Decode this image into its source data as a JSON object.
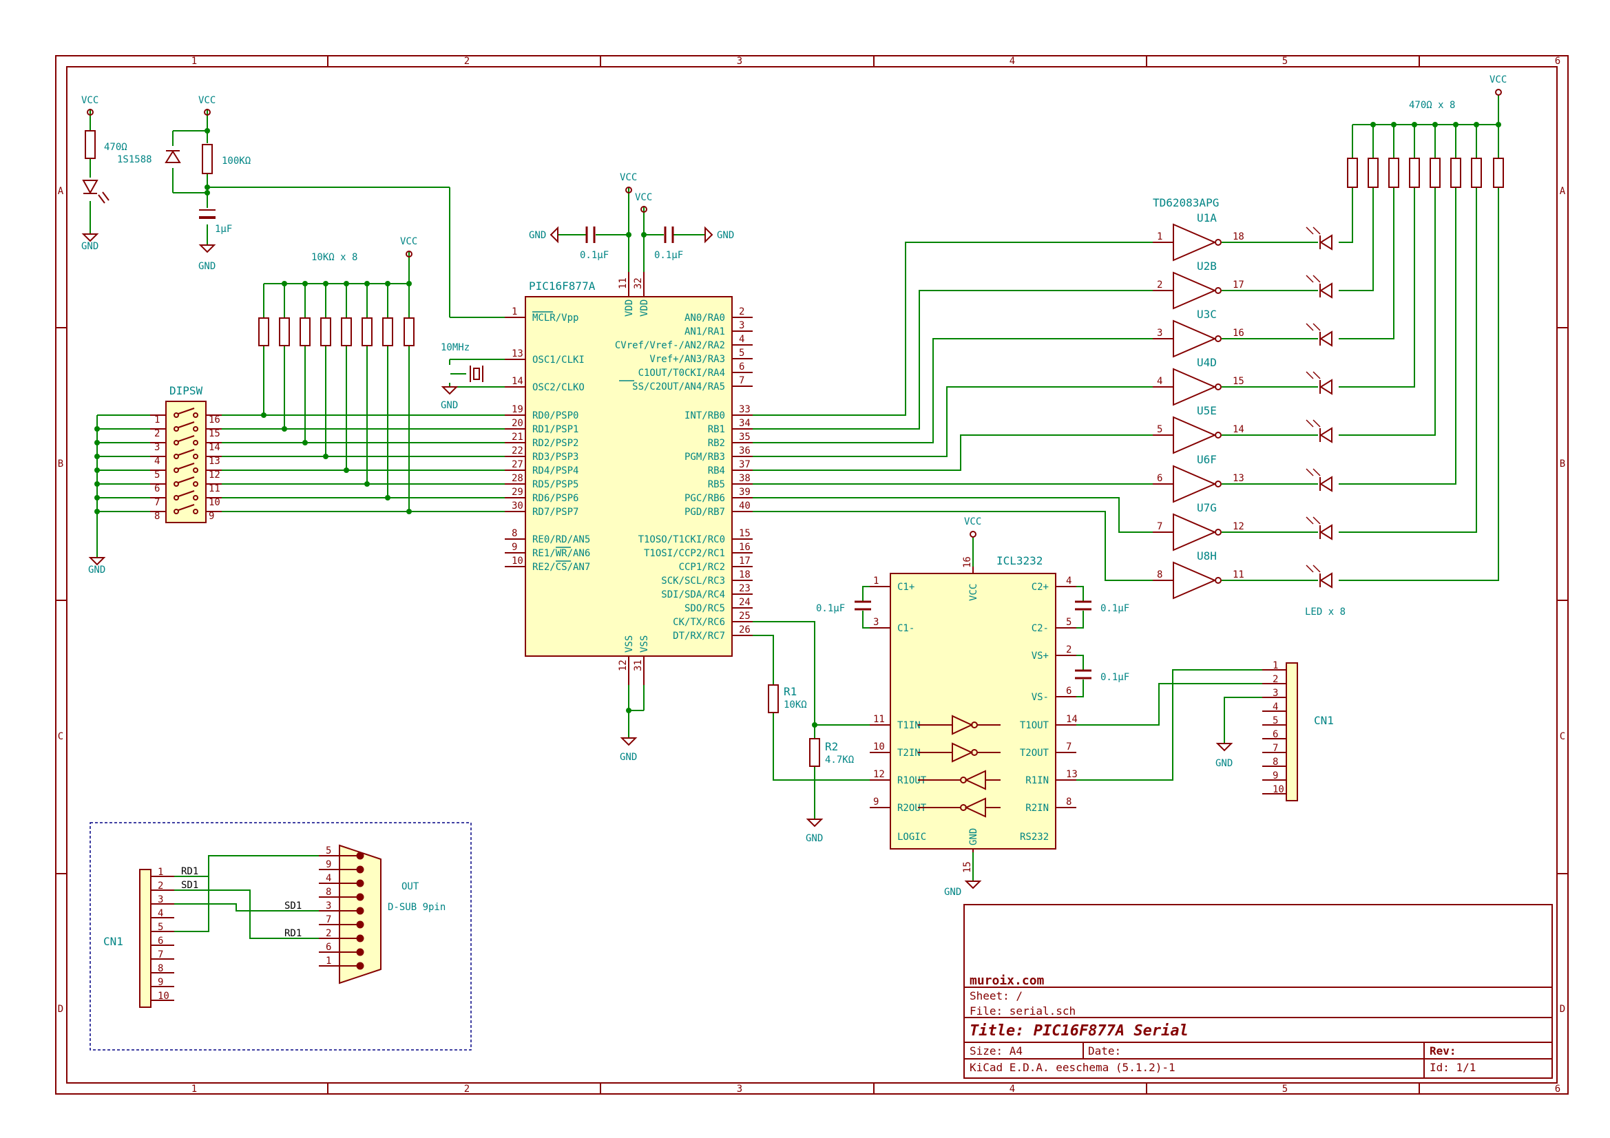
{
  "border": {
    "cols": [
      "1",
      "2",
      "3",
      "4",
      "5",
      "6"
    ],
    "rows": [
      "A",
      "B",
      "C",
      "D"
    ]
  },
  "title_block": {
    "company": "muroix.com",
    "sheet": "Sheet: /",
    "file": "File: serial.sch",
    "title": "Title: PIC16F877A Serial",
    "size": "Size: A4",
    "date": "Date:",
    "rev": "Rev:",
    "tool": "KiCad E.D.A.  eeschema (5.1.2)-1",
    "id": "Id: 1/1"
  },
  "power": {
    "vcc": "VCC",
    "gnd": "GND"
  },
  "parts": {
    "r_led": "470Ω",
    "diode": "1S1588",
    "r_reset": "100KΩ",
    "c_reset": "1μF",
    "rpack_dip": "10KΩ x 8",
    "dipsw": "DIPSW",
    "c_dec": "0.1μF",
    "crystal": "10MHz",
    "mcu": "PIC16F877A",
    "driver": "TD62083APG",
    "rpack_led": "470Ω x 8",
    "leds": "LED x 8",
    "rs232": "ICL3232",
    "r1": "R1",
    "r1_val": "10KΩ",
    "r2": "R2",
    "r2_val": "4.7KΩ",
    "c_pump": "0.1μF",
    "cn1": "CN1",
    "dsub_out": "OUT",
    "dsub": "D-SUB 9pin"
  },
  "dipsw": {
    "left_pins": [
      "1",
      "2",
      "3",
      "4",
      "5",
      "6",
      "7",
      "8"
    ],
    "right_pins": [
      "16",
      "15",
      "14",
      "13",
      "12",
      "11",
      "10",
      "9"
    ]
  },
  "mcu": {
    "top_pins": [
      {
        "name": "VDD",
        "num": "11"
      },
      {
        "name": "VDD",
        "num": "32"
      }
    ],
    "bottom_pins": [
      {
        "name": "VSS",
        "num": "12"
      },
      {
        "name": "VSS",
        "num": "31"
      }
    ],
    "left_pins": [
      {
        "name": "MCLR/Vpp",
        "num": "1"
      },
      {
        "name": "OSC1/CLKI",
        "num": "13"
      },
      {
        "name": "OSC2/CLKO",
        "num": "14"
      },
      {
        "name": "RD0/PSP0",
        "num": "19"
      },
      {
        "name": "RD1/PSP1",
        "num": "20"
      },
      {
        "name": "RD2/PSP2",
        "num": "21"
      },
      {
        "name": "RD3/PSP3",
        "num": "22"
      },
      {
        "name": "RD4/PSP4",
        "num": "27"
      },
      {
        "name": "RD5/PSP5",
        "num": "28"
      },
      {
        "name": "RD6/PSP6",
        "num": "29"
      },
      {
        "name": "RD7/PSP7",
        "num": "30"
      },
      {
        "name": "RE0/RD/AN5",
        "num": "8"
      },
      {
        "name": "RE1/WR/AN6",
        "num": "9"
      },
      {
        "name": "RE2/CS/AN7",
        "num": "10"
      }
    ],
    "right_pins": [
      {
        "name": "AN0/RA0",
        "num": "2"
      },
      {
        "name": "AN1/RA1",
        "num": "3"
      },
      {
        "name": "CVref/Vref-/AN2/RA2",
        "num": "4"
      },
      {
        "name": "Vref+/AN3/RA3",
        "num": "5"
      },
      {
        "name": "C1OUT/T0CKI/RA4",
        "num": "6"
      },
      {
        "name": "SS/C2OUT/AN4/RA5",
        "num": "7"
      },
      {
        "name": "INT/RB0",
        "num": "33"
      },
      {
        "name": "RB1",
        "num": "34"
      },
      {
        "name": "RB2",
        "num": "35"
      },
      {
        "name": "PGM/RB3",
        "num": "36"
      },
      {
        "name": "RB4",
        "num": "37"
      },
      {
        "name": "RB5",
        "num": "38"
      },
      {
        "name": "PGC/RB6",
        "num": "39"
      },
      {
        "name": "PGD/RB7",
        "num": "40"
      },
      {
        "name": "T1OSO/T1CKI/RC0",
        "num": "15"
      },
      {
        "name": "T1OSI/CCP2/RC1",
        "num": "16"
      },
      {
        "name": "CCP1/RC2",
        "num": "17"
      },
      {
        "name": "SCK/SCL/RC3",
        "num": "18"
      },
      {
        "name": "SDI/SDA/RC4",
        "num": "23"
      },
      {
        "name": "SDO/RC5",
        "num": "24"
      },
      {
        "name": "CK/TX/RC6",
        "num": "25"
      },
      {
        "name": "DT/RX/RC7",
        "num": "26"
      }
    ]
  },
  "drivers": [
    {
      "ref": "U1A",
      "in": "1",
      "out": "18"
    },
    {
      "ref": "U2B",
      "in": "2",
      "out": "17"
    },
    {
      "ref": "U3C",
      "in": "3",
      "out": "16"
    },
    {
      "ref": "U4D",
      "in": "4",
      "out": "15"
    },
    {
      "ref": "U5E",
      "in": "5",
      "out": "14"
    },
    {
      "ref": "U6F",
      "in": "6",
      "out": "13"
    },
    {
      "ref": "U7G",
      "in": "7",
      "out": "12"
    },
    {
      "ref": "U8H",
      "in": "8",
      "out": "11"
    }
  ],
  "icl": {
    "vcc_pin": {
      "name": "VCC",
      "num": "16"
    },
    "gnd_pin": {
      "name": "GND",
      "num": "15"
    },
    "left_pins": [
      {
        "name": "C1+",
        "num": "1"
      },
      {
        "name": "C1-",
        "num": "3"
      },
      {
        "name": "T1IN",
        "num": "11"
      },
      {
        "name": "T2IN",
        "num": "10"
      },
      {
        "name": "R1OUT",
        "num": "12"
      },
      {
        "name": "R2OUT",
        "num": "9"
      }
    ],
    "right_pins": [
      {
        "name": "C2+",
        "num": "4"
      },
      {
        "name": "C2-",
        "num": "5"
      },
      {
        "name": "VS+",
        "num": "2"
      },
      {
        "name": "VS-",
        "num": "6"
      },
      {
        "name": "T1OUT",
        "num": "14"
      },
      {
        "name": "T2OUT",
        "num": "7"
      },
      {
        "name": "R1IN",
        "num": "13"
      },
      {
        "name": "R2IN",
        "num": "8"
      }
    ],
    "logic": "LOGIC",
    "rs232": "RS232"
  },
  "cn1_pins": [
    "1",
    "2",
    "3",
    "4",
    "5",
    "6",
    "7",
    "8",
    "9",
    "10"
  ],
  "dsub_pins": [
    "5",
    "9",
    "4",
    "8",
    "3",
    "7",
    "2",
    "6",
    "1"
  ],
  "net_labels": {
    "rd1": "RD1",
    "sd1": "SD1"
  }
}
